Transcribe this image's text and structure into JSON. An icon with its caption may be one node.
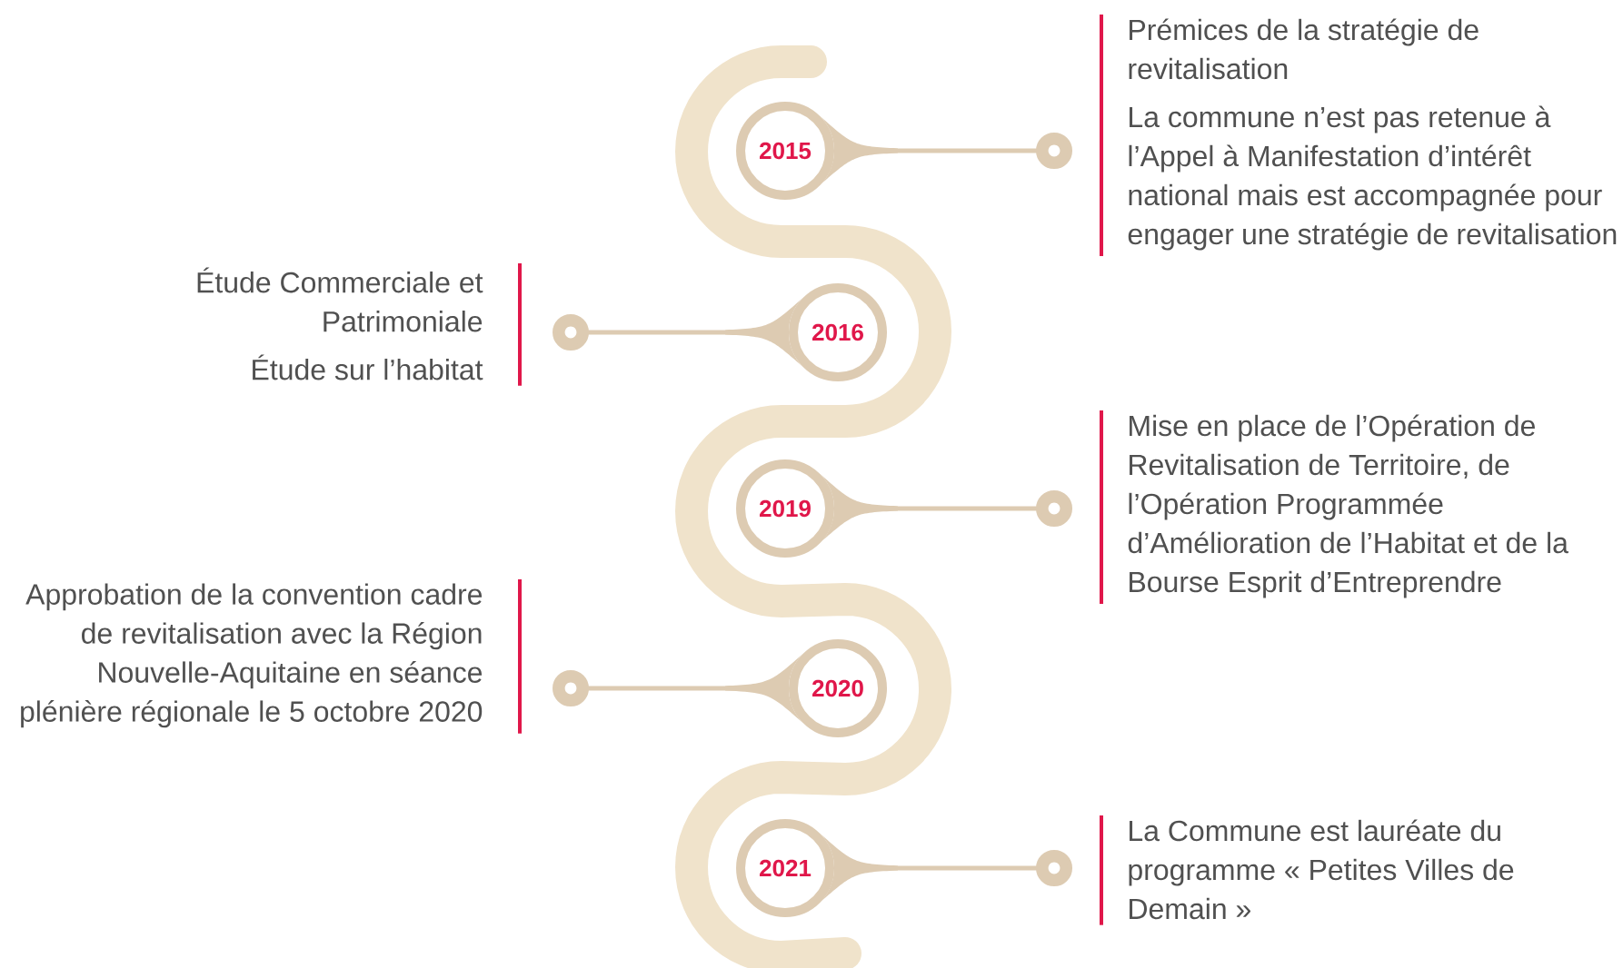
{
  "diagram": {
    "nodes": [
      {
        "text": [
          "2015"
        ]
      },
      {
        "text": [
          "Prémices de la stratégie de revitalisation",
          "La commune n’est pas retenue à l’Appel à Manifestation d’intérêt national mais est accompagnée pour engager une stratégie de revitalisation"
        ]
      },
      {
        "text": [
          "2016"
        ]
      },
      {
        "text": [
          "Étude Commerciale et Patrimoniale",
          "Étude sur l’habitat"
        ]
      },
      {
        "text": [
          "2019"
        ]
      },
      {
        "text": [
          "Mise en place de l’Opération de Revitalisation de Territoire, de l’Opération Programmée d’Amélioration de l’Habitat et de la Bourse Esprit d’Entreprendre"
        ]
      },
      {
        "text": [
          "2020"
        ]
      },
      {
        "text": [
          "Approbation de la convention cadre de revitalisation avec la Région Nouvelle-Aquitaine en séance plénière régionale le 5 octobre 2020"
        ]
      },
      {
        "text": [
          "2021"
        ]
      },
      {
        "text": [
          "La Commune est lauréate du programme « Petites Villes de Demain »"
        ]
      }
    ],
    "edges": [
      {
        "from": 0,
        "to": 1,
        "arrow": "other"
      },
      {
        "from": 2,
        "to": 3,
        "arrow": "other"
      },
      {
        "from": 4,
        "to": 5,
        "arrow": "other"
      },
      {
        "from": 6,
        "to": 7,
        "arrow": "other"
      },
      {
        "from": 8,
        "to": 9,
        "arrow": "other"
      }
    ]
  }
}
